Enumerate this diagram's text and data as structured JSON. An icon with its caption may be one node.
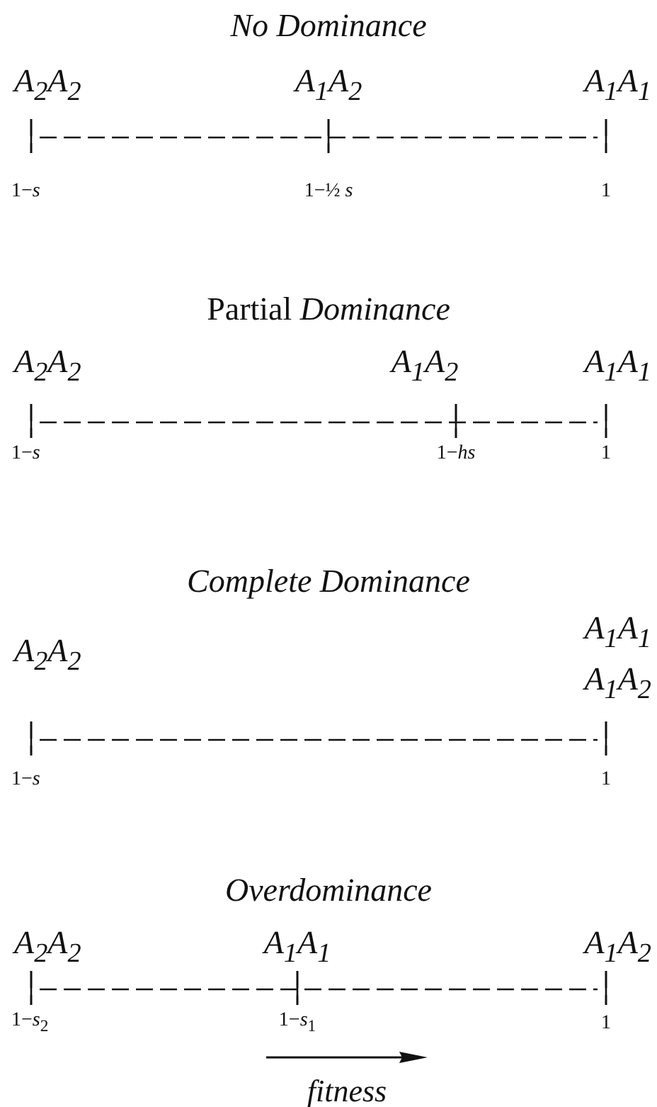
{
  "diagram": {
    "labels": [
      "No Dominance",
      "A$_{2}$A$_{2}$",
      "A$_{1}$A$_{2}$",
      "A$_{1}$A$_{1}$",
      "1−*s*",
      "1−½ *s*",
      "1",
      "Partial *Dominance*",
      "A$_{2}$A$_{2}$",
      "A$_{1}$A$_{2}$",
      "A$_{1}$A$_{1}$",
      "1−*s*",
      "1−*hs*",
      "1",
      "Complete Dominance",
      "A$_{2}$A$_{2}$",
      "A$_{1}$A$_{1}$",
      "A$_{1}$A$_{2}$",
      "1−*s*",
      "1",
      "Overdominance",
      "A$_{2}$A$_{2}$",
      "A$_{1}$A$_{1}$",
      "A$_{1}$A$_{2}$",
      "1−*s*$_{2}$",
      "1−*s*$_{1}$",
      "1",
      "fitness"
    ]
  }
}
